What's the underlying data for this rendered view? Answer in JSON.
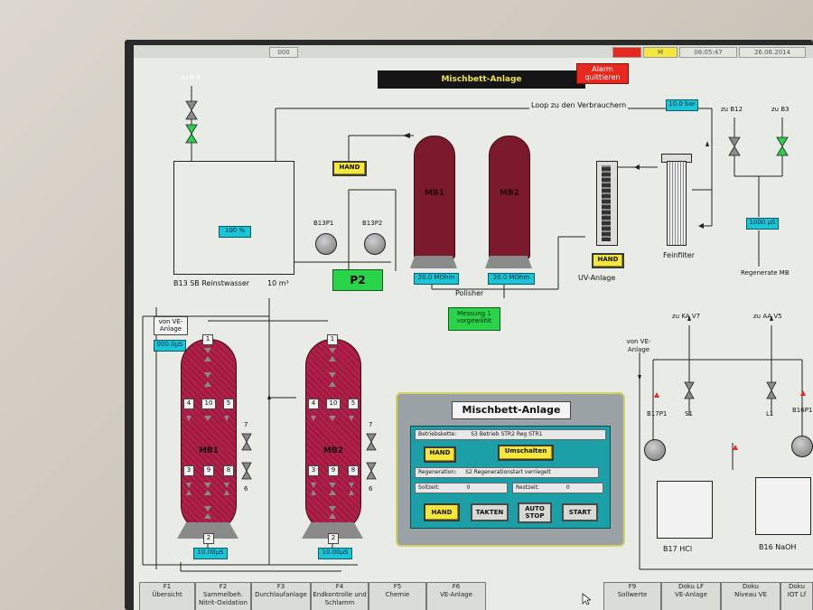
{
  "status_bar": {
    "cells": [
      "000",
      "M",
      "06:05:47",
      "26.06.2014"
    ],
    "accent_red": "#e8281f",
    "accent_yellow": "#f4e63a"
  },
  "header": {
    "title": "Mischbett-Anlage",
    "alarm_label": "Alarm quittieren"
  },
  "top_section": {
    "inlet_label": "zu B.0",
    "loop_label": "Loop zu den Verbrauchern",
    "loop_pressure": "10.0 bar",
    "tank_b13_label": "B13 SB Reinstwasser",
    "tank_b13_volume": "10 m³",
    "tank_b13_level": "100 %",
    "hand_button": "HAND",
    "pump_labels": [
      "B13P1",
      "B13P2"
    ],
    "p2_indicator": "P2",
    "polisher_tanks": [
      {
        "label": "MB1",
        "reading": "20.0 MOhm"
      },
      {
        "label": "MB2",
        "reading": "20.0 MOhm"
      }
    ],
    "polisher_label": "Polisher",
    "messung_label": "Messung 1 vorgewählt",
    "uv_hand_button": "HAND",
    "uv_label": "UV-Anlage",
    "feinfilter_label": "Feinfilter",
    "valve_labels": [
      "zu B12",
      "zu B3"
    ],
    "regen_reading": "1000 µS",
    "regenerate_label": "Regenerate MB"
  },
  "left_section": {
    "source_label": "von VE-Anlage",
    "source_reading": "000.0µS",
    "mb_tanks": [
      {
        "label": "MB1",
        "top_number": "1",
        "row_a": [
          "4",
          "10",
          "5"
        ],
        "row_b": [
          "3",
          "9",
          "8"
        ],
        "bottom_number": "2",
        "reading": "10.00µS",
        "valve_numbers": [
          "7",
          "6"
        ]
      },
      {
        "label": "MB2",
        "top_number": "1",
        "row_a": [
          "4",
          "10",
          "5"
        ],
        "row_b": [
          "3",
          "9",
          "8"
        ],
        "bottom_number": "2",
        "reading": "10.00µS",
        "valve_numbers": [
          "7",
          "6"
        ]
      }
    ]
  },
  "control_panel": {
    "title": "Mischbett-Anlage",
    "betriebskette_label": "Betriebskette:",
    "betriebskette_value": "S3 Betrieb STR2 Reg STR1",
    "hand_button": "HAND",
    "umschalten_button": "Umschalten",
    "regeneration_label": "Regeneration:",
    "regeneration_value": "S2 Regenerationstart verriegelt",
    "sollzeit_label": "Sollzeit:",
    "sollzeit_value": "0",
    "restzeit_label": "Restzeit:",
    "restzeit_value": "0",
    "bottom_buttons": [
      "HAND",
      "TAKTEN",
      "AUTO STOP",
      "START"
    ]
  },
  "right_section": {
    "kav7_label": "zu KA V7",
    "aav5_label": "zu AA V5",
    "von_ve_label": "von VE-Anlage",
    "pump_labels": [
      "B17P1",
      "S1",
      "L1",
      "B16P1"
    ],
    "tank_labels": [
      "B17 HCl",
      "B16 NaOH"
    ]
  },
  "function_keys": [
    {
      "key": "F1",
      "label": "Übersicht"
    },
    {
      "key": "F2",
      "label": "Sammelbeh. Nitrit-Oxidation"
    },
    {
      "key": "F3",
      "label": "Durchlaufanlage"
    },
    {
      "key": "F4",
      "label": "Endkontrolle und Schlamm"
    },
    {
      "key": "F5",
      "label": "Chemie"
    },
    {
      "key": "F6",
      "label": "VE-Anlage"
    },
    {
      "key": "F9",
      "label": "Sollwerte"
    },
    {
      "key": "Doku LF",
      "label": "VE-Anlage"
    },
    {
      "key": "Doku",
      "label": "Niveau VE"
    },
    {
      "key": "Doku",
      "label": "IOT Lf"
    }
  ]
}
